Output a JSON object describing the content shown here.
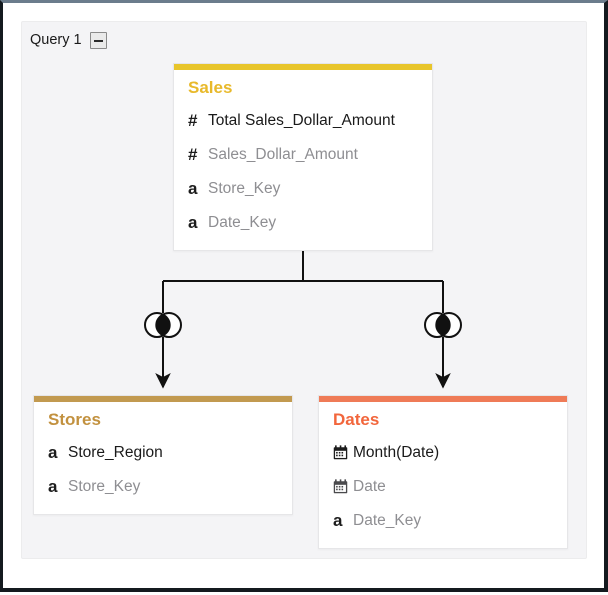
{
  "window": {
    "frame_top_color": "#6b7c8c",
    "frame_color": "#141a1f",
    "panel_background": "#f4f4f6"
  },
  "query": {
    "title": "Query 1",
    "collapse_icon": "minus-icon",
    "collapsed": false
  },
  "tables": [
    {
      "id": "sales",
      "name": "Sales",
      "accent_color": "#e8c52b",
      "title_color": "#e8b92b",
      "fields": [
        {
          "icon": "number-icon",
          "glyph": "#",
          "label": "Total Sales_Dollar_Amount",
          "used": true
        },
        {
          "icon": "number-icon",
          "glyph": "#",
          "label": "Sales_Dollar_Amount",
          "used": false
        },
        {
          "icon": "text-icon",
          "glyph": "a",
          "label": "Store_Key",
          "used": false
        },
        {
          "icon": "text-icon",
          "glyph": "a",
          "label": "Date_Key",
          "used": false
        }
      ]
    },
    {
      "id": "stores",
      "name": "Stores",
      "accent_color": "#c29a50",
      "title_color": "#c2913f",
      "fields": [
        {
          "icon": "text-icon",
          "glyph": "a",
          "label": "Store_Region",
          "used": true
        },
        {
          "icon": "text-icon",
          "glyph": "a",
          "label": "Store_Key",
          "used": false
        }
      ]
    },
    {
      "id": "dates",
      "name": "Dates",
      "accent_color": "#ef7b57",
      "title_color": "#f2663c",
      "fields": [
        {
          "icon": "calendar-icon",
          "glyph": "",
          "label": "Month(Date)",
          "used": true
        },
        {
          "icon": "calendar-icon",
          "glyph": "",
          "label": "Date",
          "used": false
        },
        {
          "icon": "text-icon",
          "glyph": "a",
          "label": "Date_Key",
          "used": false
        }
      ]
    }
  ],
  "relationships": [
    {
      "id": "sales-stores",
      "from": "Sales",
      "to": "Stores",
      "join_type": "inner-join",
      "join_icon": "inner-join-icon"
    },
    {
      "id": "sales-dates",
      "from": "Sales",
      "to": "Dates",
      "join_type": "inner-join",
      "join_icon": "inner-join-icon"
    }
  ]
}
